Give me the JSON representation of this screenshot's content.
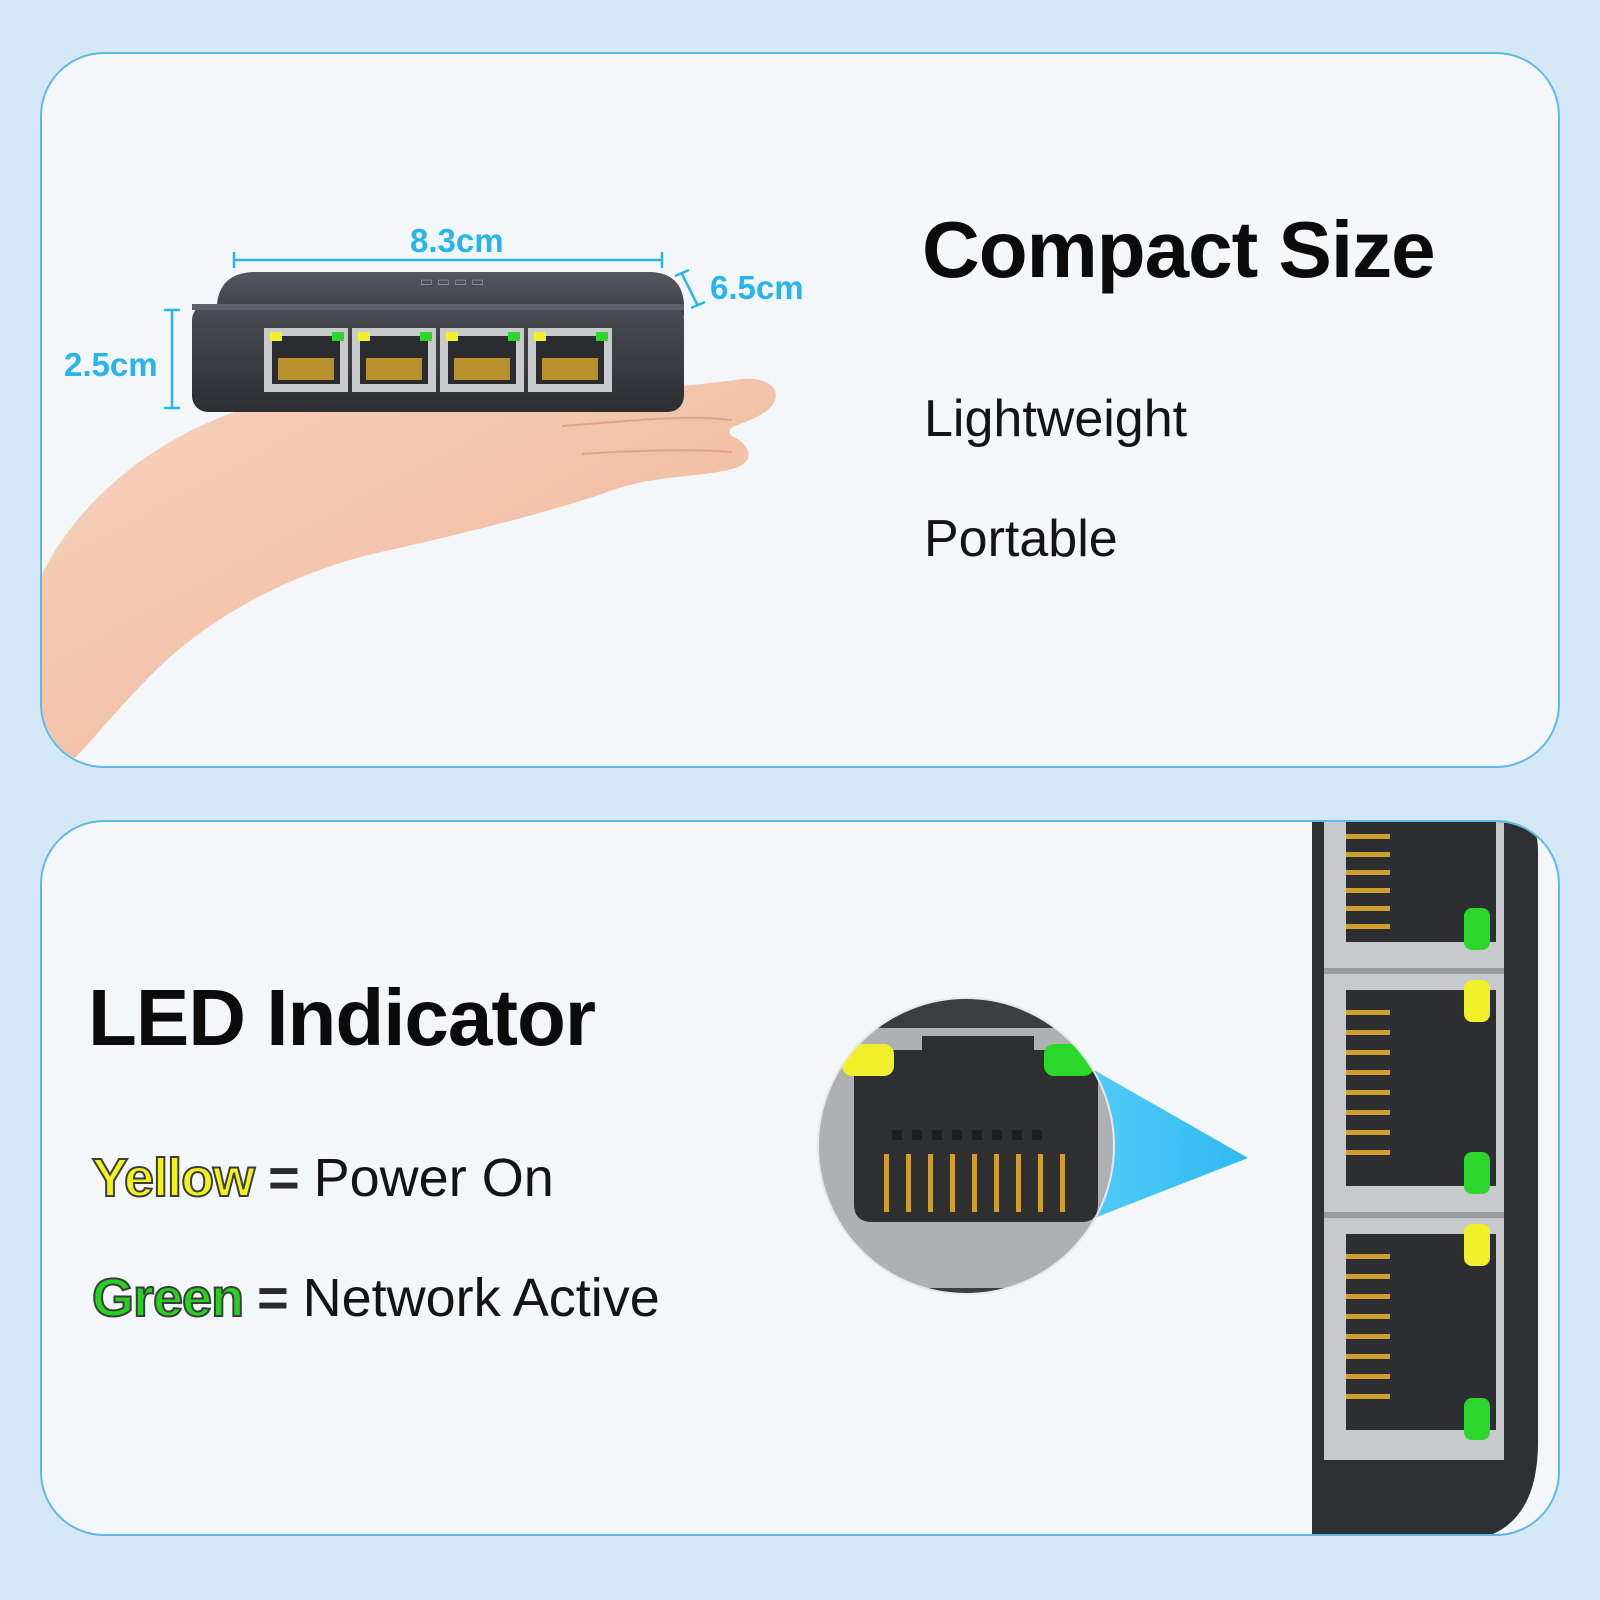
{
  "compact_size": {
    "title": "Compact Size",
    "features": [
      "Lightweight",
      "Portable"
    ],
    "dimensions": {
      "width": "8.3cm",
      "depth": "6.5cm",
      "height": "2.5cm"
    }
  },
  "led_indicator": {
    "title": "LED Indicator",
    "legend": [
      {
        "color_word": "Yellow",
        "equals": "=",
        "meaning": "Power On",
        "color": "#f3f31c"
      },
      {
        "color_word": "Green",
        "equals": "=",
        "meaning": "Network Active",
        "color": "#27d11f"
      }
    ]
  },
  "colors": {
    "background": "#d4e7f4",
    "panel": "#f4f7fa",
    "panel_border": "#5fb8ea",
    "dimension_accent": "#27b5ec",
    "led_yellow": "#f3f31c",
    "led_green": "#27d11f"
  },
  "icons": [
    "ethernet-switch-icon",
    "hand-icon",
    "rj45-port-icon",
    "led-icon",
    "magnifier-callout-icon"
  ]
}
